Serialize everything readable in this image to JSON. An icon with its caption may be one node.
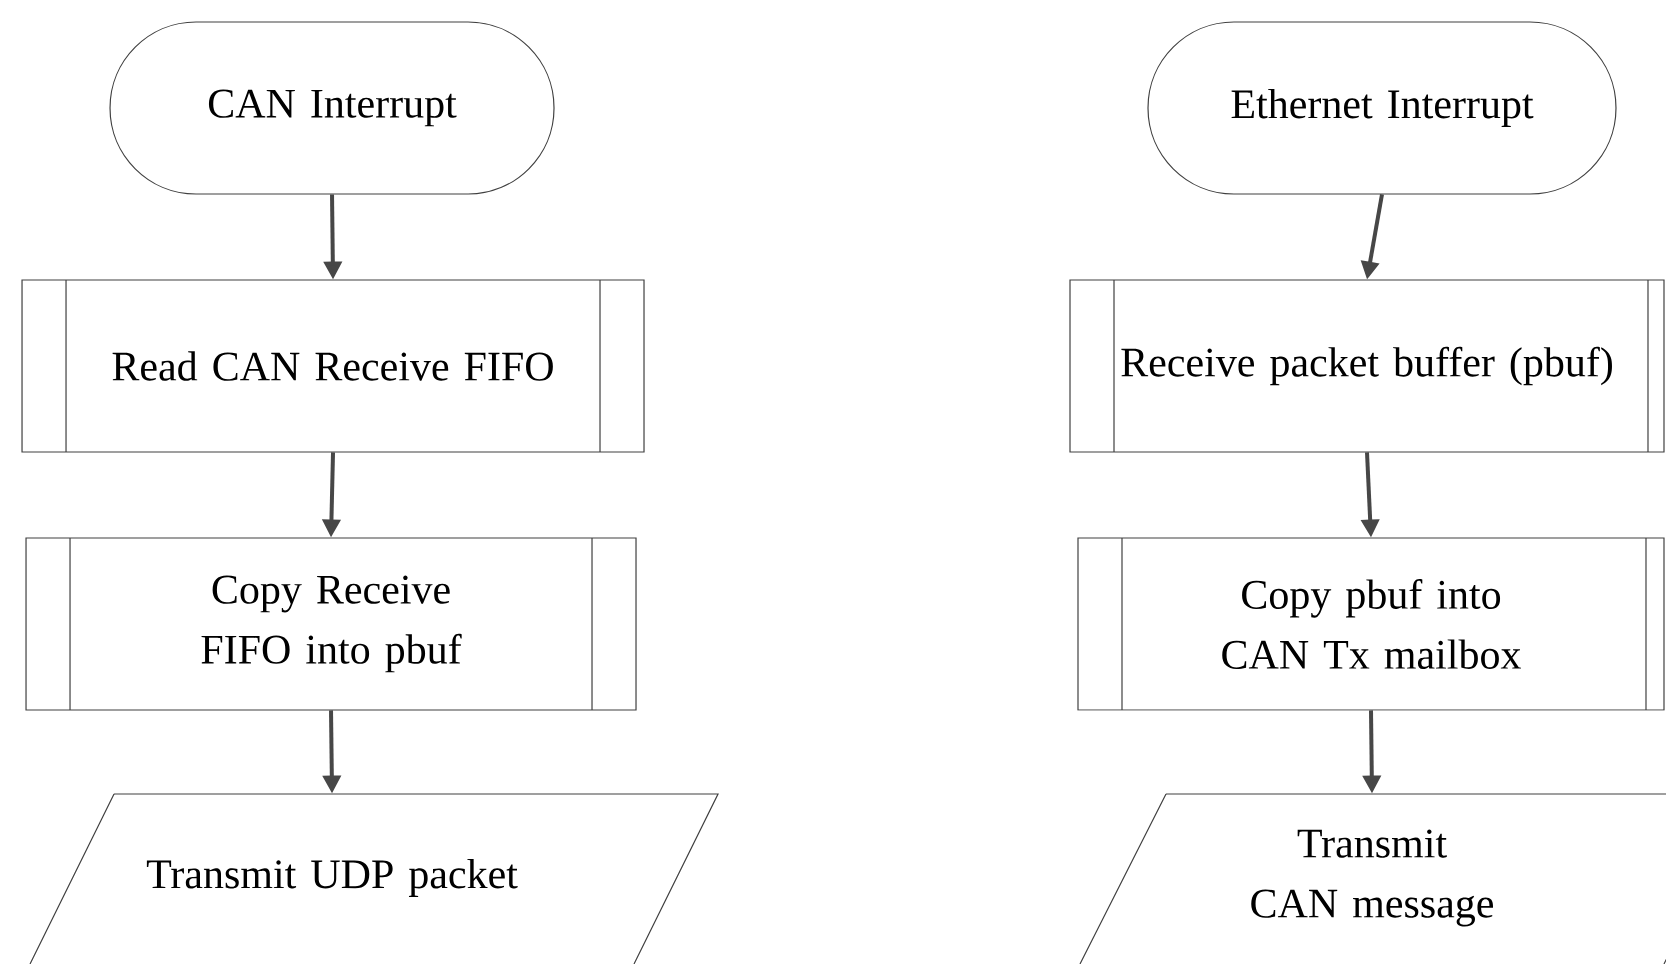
{
  "diagram": {
    "nodes": [
      {
        "text": [
          "CAN Interrupt"
        ]
      },
      {
        "text": [
          "Read CAN Receive FIFO"
        ]
      },
      {
        "text": [
          "Copy Receive FIFO into pbuf"
        ]
      },
      {
        "text": [
          "Transmit UDP packet"
        ]
      },
      {
        "text": [
          "Ethernet Interrupt"
        ]
      },
      {
        "text": [
          "Receive packet buffer (pbuf)"
        ]
      },
      {
        "text": [
          "Copy pbuf into CAN Tx mailbox"
        ]
      },
      {
        "text": [
          "Transmit CAN message"
        ]
      }
    ],
    "edges": [
      {
        "from": 0,
        "to": 1,
        "arrow": "to"
      },
      {
        "from": 1,
        "to": 2,
        "arrow": "to"
      },
      {
        "from": 2,
        "to": 3,
        "arrow": "to"
      },
      {
        "from": 4,
        "to": 5,
        "arrow": "to"
      },
      {
        "from": 5,
        "to": 6,
        "arrow": "to"
      },
      {
        "from": 6,
        "to": 7,
        "arrow": "to"
      }
    ]
  }
}
